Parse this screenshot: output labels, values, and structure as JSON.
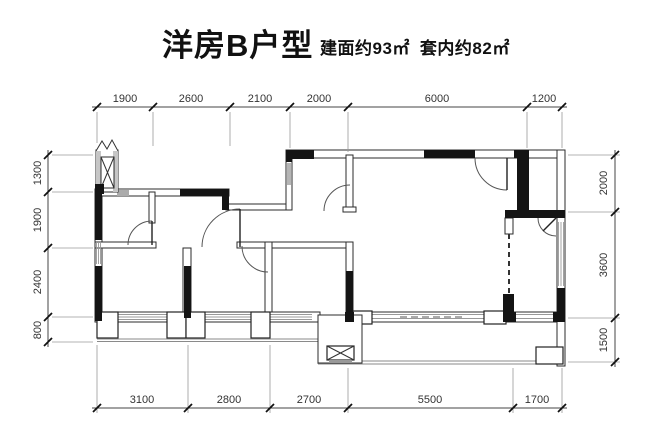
{
  "title": "洋房B户型",
  "subtitle": {
    "built_area": "建面约93㎡",
    "inner_area": "套内约82㎡"
  },
  "dimensions": {
    "top": [
      "1900",
      "2600",
      "2100",
      "2000",
      "6000",
      "1200"
    ],
    "bottom": [
      "3100",
      "2800",
      "2700",
      "5500",
      "1700"
    ],
    "left": [
      "1300",
      "1900",
      "2400",
      "800"
    ],
    "right": [
      "2000",
      "3600",
      "1500"
    ]
  },
  "colors": {
    "wall": "#141414",
    "outline": "#2b2b2b",
    "dimension_text": "#333333",
    "window": "#999999",
    "background": "#ffffff"
  }
}
